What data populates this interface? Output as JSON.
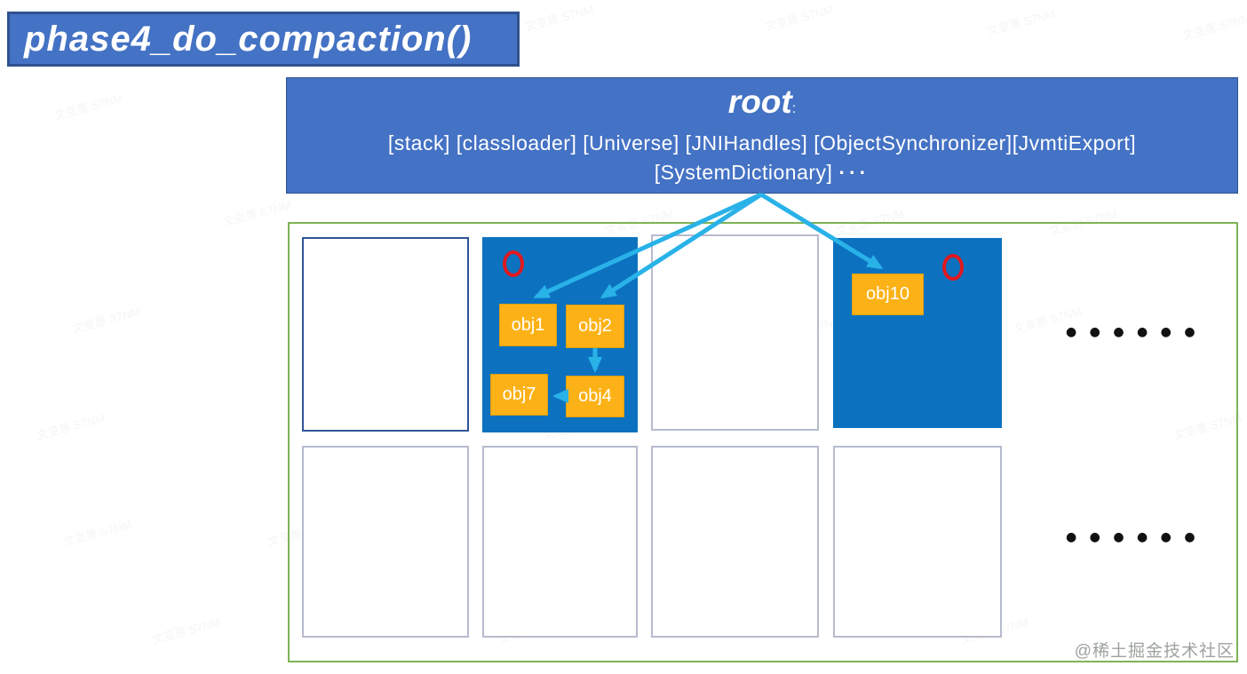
{
  "title": {
    "label": "phase4_do_compaction()"
  },
  "root": {
    "name": "root",
    "colon": ":",
    "refs_line1": "[stack] [classloader] [Universe] [JNIHandles] [ObjectSynchronizer][JvmtiExport]",
    "refs_line2": "[SystemDictionary]",
    "refs_ellipsis": "···"
  },
  "heap": {
    "objects": {
      "obj1": "obj1",
      "obj2": "obj2",
      "obj4": "obj4",
      "obj7": "obj7",
      "obj10": "obj10"
    },
    "markers": {
      "region2": "red-circle",
      "region4": "red-circle"
    },
    "row1_ellipsis": "● ● ● ● ● ●",
    "row2_ellipsis": "● ● ● ● ● ●"
  },
  "watermark": {
    "credit": "@稀土掘金技术社区",
    "pattern": "文变惠 S7NM"
  },
  "colors": {
    "ppt-blue": "#4472C4",
    "ppt-blue-dark": "#2F528F",
    "region-blue": "#0C72C0",
    "orange": "#FCB216",
    "orange-border": "#DE9E10",
    "arrow": "#29B2E8",
    "red": "#E0191F",
    "green": "#7EB356",
    "navy": "#2F5597",
    "light-border": "#B6BACC",
    "dot": "#111111",
    "credit-gray": "#9DA39D"
  }
}
